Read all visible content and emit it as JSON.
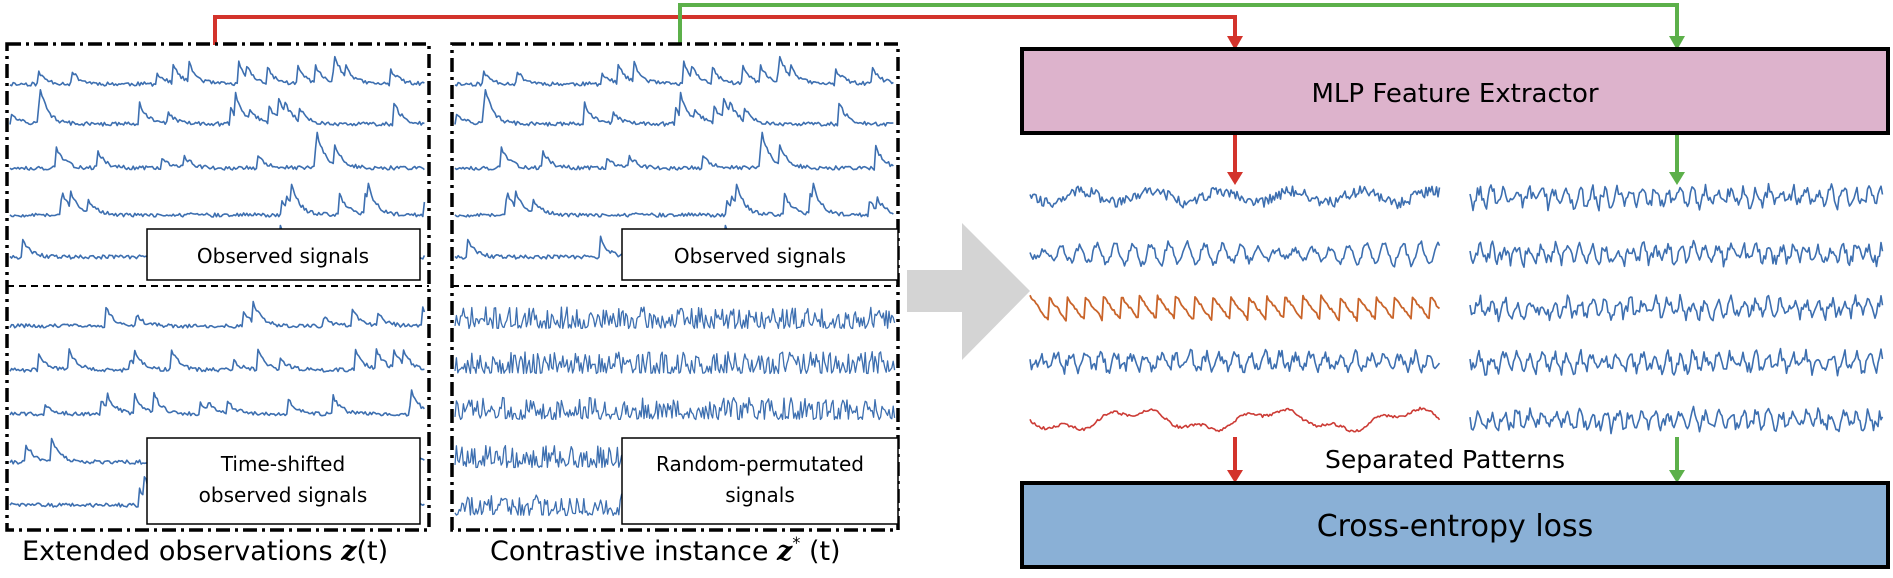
{
  "colors": {
    "signal_blue": "#3d6fb0",
    "signal_orange": "#c9642a",
    "signal_red": "#cc3b35",
    "arrow_red": "#d3332b",
    "arrow_green": "#5cb04a",
    "mlp_fill": "#ddb3cc",
    "loss_fill": "#8ab0d6",
    "big_arrow": "#d4d4d4"
  },
  "left_panel": {
    "top_box_label": "Observed signals",
    "bottom_box_label_line1": "Time-shifted",
    "bottom_box_label_line2": "observed signals",
    "caption_text": "Extended observations ",
    "caption_var": "z",
    "caption_arg": "(t)"
  },
  "middle_panel": {
    "top_box_label": "Observed signals",
    "bottom_box_label_line1": "Random-permutated",
    "bottom_box_label_line2": "signals",
    "caption_text": "Contrastive instance ",
    "caption_var": "z",
    "caption_sup": "*",
    "caption_arg": " (t)"
  },
  "transition_arrow_icon": "block-right-arrow-icon",
  "mlp_label": "MLP Feature Extractor",
  "separated_label": "Separated  Patterns",
  "loss_label": "Cross-entropy loss"
}
